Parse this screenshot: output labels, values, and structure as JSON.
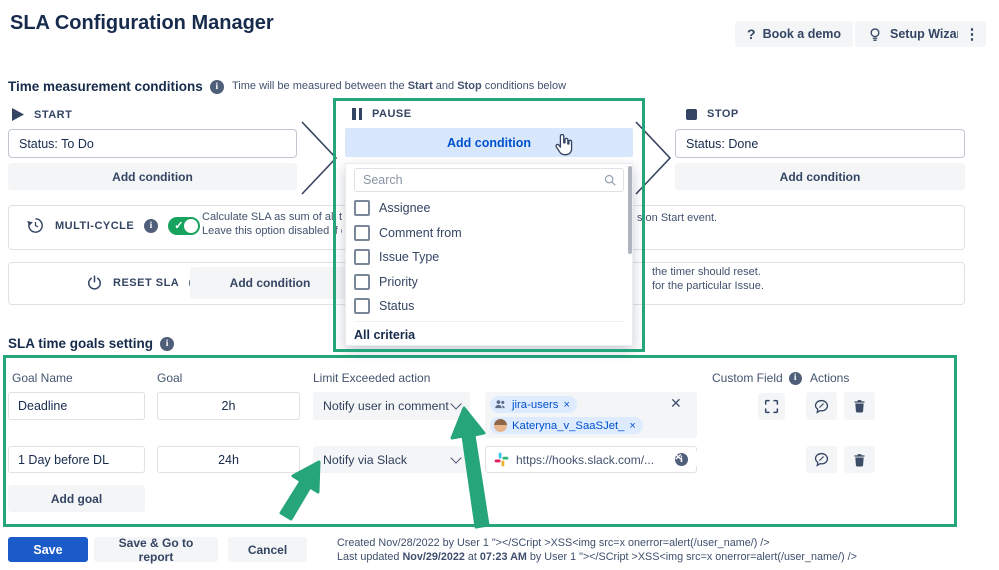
{
  "app": {
    "title": "SLA Configuration Manager"
  },
  "header": {
    "book_demo_label": "Book a demo",
    "setup_wizard_label": "Setup Wizard"
  },
  "time_conditions": {
    "section_title": "Time measurement conditions",
    "subtitle": {
      "pre": "Time will be measured between the ",
      "bold1": "Start",
      "mid": " and ",
      "bold2": "Stop",
      "post": " conditions below"
    },
    "start": {
      "label": "START",
      "condition_value": "Status: To Do",
      "add_condition_label": "Add condition"
    },
    "pause": {
      "label": "PAUSE",
      "add_condition_label": "Add condition",
      "search_placeholder": "Search",
      "criteria": [
        {
          "label": "Assignee"
        },
        {
          "label": "Comment from"
        },
        {
          "label": "Issue Type"
        },
        {
          "label": "Priority"
        },
        {
          "label": "Status"
        }
      ],
      "all_criteria_label": "All criteria"
    },
    "stop": {
      "label": "STOP",
      "condition_value": "Status: Done",
      "add_condition_label": "Add condition"
    }
  },
  "multi_cycle": {
    "label": "MULTI-CYCLE",
    "toggle": "on",
    "desc_left_line1": "Calculate SLA as sum of all tra",
    "desc_left_line2": "Leave this option disabled if onl",
    "desc_right_line1": "s on Start event."
  },
  "reset_sla": {
    "label": "RESET SLA",
    "add_condition_label": "Add condition",
    "desc_right_line1": "the timer should reset.",
    "desc_right_line2": "for the particular Issue."
  },
  "goals": {
    "section_title": "SLA time goals setting",
    "columns": {
      "name": "Goal Name",
      "goal": "Goal",
      "action": "Limit Exceeded action",
      "custom_field": "Custom Field",
      "actions": "Actions"
    },
    "rows": [
      {
        "name": "Deadline",
        "goal": "2h",
        "action": "Notify user in comment",
        "recipients": [
          {
            "label": "jira-users"
          },
          {
            "label": "Kateryna_v_SaaSJet_"
          }
        ],
        "custom_field_toggle": "on"
      },
      {
        "name": "1 Day before DL",
        "goal": "24h",
        "action": "Notify via Slack",
        "slack_url": "https://hooks.slack.com/...",
        "custom_field_toggle": "off"
      }
    ],
    "add_goal_label": "Add goal"
  },
  "footer": {
    "save_label": "Save",
    "save_go_label": "Save & Go to report",
    "cancel_label": "Cancel",
    "created_line": "Created Nov/28/2022 by User 1 \"></SCript >XSS<img src=x onerror=alert(/user_name/) />",
    "updated": {
      "pre": "Last updated ",
      "date": "Nov/29/2022",
      "at": " at ",
      "time": "07:23 AM",
      "post": " by User 1 \"></SCript >XSS<img src=x onerror=alert(/user_name/) />"
    }
  },
  "colors": {
    "annotation_green": "#26a57a",
    "toggle_on_green": "#17a35d",
    "link_blue": "#0052cc",
    "chip_bg": "#deebff",
    "primary_blue": "#1b5bc9"
  }
}
